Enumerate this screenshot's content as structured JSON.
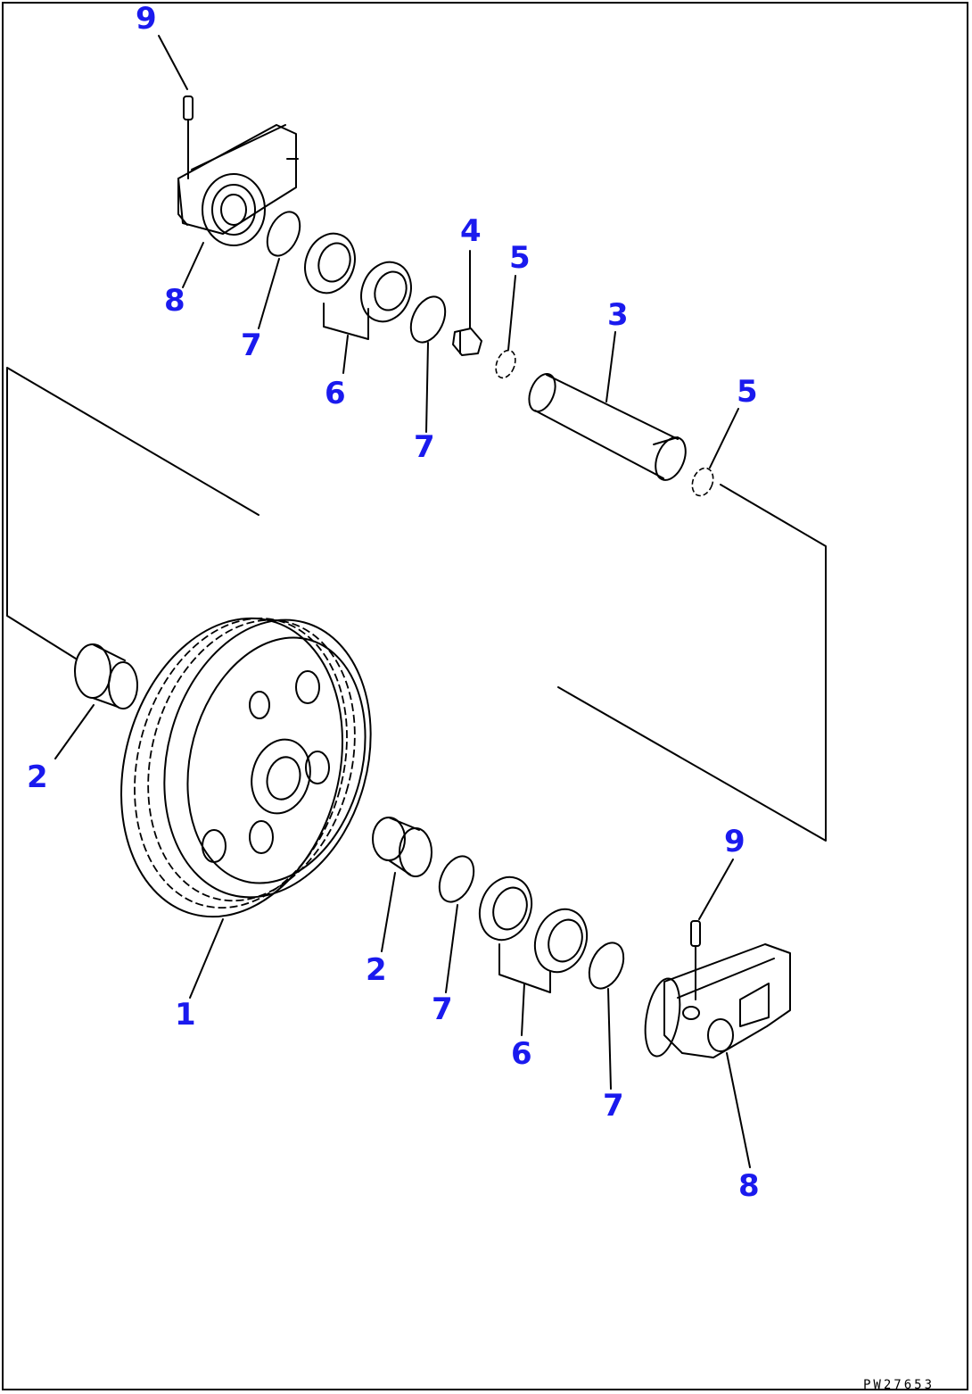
{
  "diagram": {
    "callouts": [
      {
        "id": "c9a",
        "text": "9"
      },
      {
        "id": "c8a",
        "text": "8"
      },
      {
        "id": "c7a",
        "text": "7"
      },
      {
        "id": "c6a",
        "text": "6"
      },
      {
        "id": "c4",
        "text": "4"
      },
      {
        "id": "c5a",
        "text": "5"
      },
      {
        "id": "c3",
        "text": "3"
      },
      {
        "id": "c7b",
        "text": "7"
      },
      {
        "id": "c5b",
        "text": "5"
      },
      {
        "id": "c2a",
        "text": "2"
      },
      {
        "id": "c1",
        "text": "1"
      },
      {
        "id": "c9b",
        "text": "9"
      },
      {
        "id": "c2b",
        "text": "2"
      },
      {
        "id": "c7c",
        "text": "7"
      },
      {
        "id": "c6b",
        "text": "6"
      },
      {
        "id": "c7d",
        "text": "7"
      },
      {
        "id": "c8b",
        "text": "8"
      }
    ],
    "drawing_code": "PW27653",
    "callout_color": "#1a1aee"
  }
}
